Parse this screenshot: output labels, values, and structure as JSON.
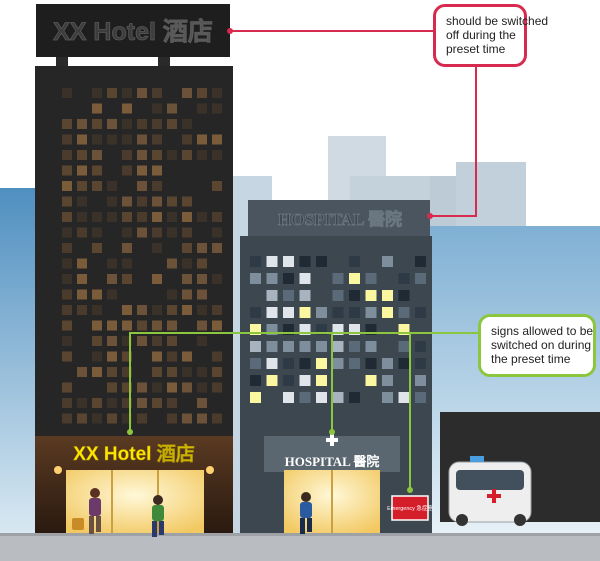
{
  "signs": {
    "rooftop_sign_text": "XX Hotel 酒店",
    "hospital_rooftop_text": "HOSPITAL 醫院",
    "hotel_entrance_sign_text": "XX Hotel 酒店",
    "hospital_entrance_sign_text": "HOSPITAL 醫院",
    "emergency_label": "Emergency 急症室"
  },
  "callouts": {
    "switched_off": {
      "lines": [
        "should be switched",
        "off during the",
        "preset time"
      ],
      "color": "#d62a4e"
    },
    "switched_on": {
      "lines": [
        "signs allowed to be",
        "switched on during",
        "the preset time"
      ],
      "color": "#8cc63f"
    }
  },
  "colors": {
    "hotel_sign_lit": "#ffe600",
    "building_dark": "#2a2a2a",
    "hospital_building": "#3d4750",
    "sky_buildings": "#a9c9de"
  }
}
